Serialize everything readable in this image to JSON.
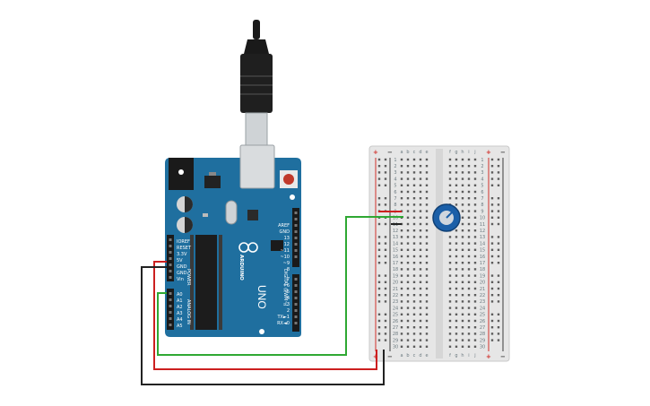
{
  "canvas": {
    "background": "#ffffff"
  },
  "arduino": {
    "board_color": "#1f6f9f",
    "brand": "ARDUINO",
    "model": "UNO",
    "power_header": "POWER",
    "analog_header": "ANALOG IN",
    "digital_header": "DIGITAL (PWM~)",
    "power_pins": [
      "IOREF",
      "RESET",
      "3.3V",
      "5V",
      "GND",
      "GND",
      "Vin"
    ],
    "analog_pins": [
      "A0",
      "A1",
      "A2",
      "A3",
      "A4",
      "A5"
    ],
    "digital_top_pins": [
      "AREF",
      "GND",
      "13",
      "12",
      "~11",
      "~10",
      "~9",
      "8"
    ],
    "digital_bottom_pins": [
      "7",
      "~6",
      "~5",
      "4",
      "~3",
      "2",
      "TX►1",
      "RX◄0"
    ]
  },
  "usb_cable": {
    "color": "#1a1a1a"
  },
  "breadboard": {
    "column_letters_left": [
      "a",
      "b",
      "c",
      "d",
      "e"
    ],
    "column_letters_right": [
      "f",
      "g",
      "h",
      "i",
      "j"
    ],
    "row_count": 30,
    "plus_sign": "+",
    "minus_sign": "−",
    "plus_color": "#d0302b",
    "minus_color": "#3b3b3b"
  },
  "potentiometer": {
    "color": "#1b5fa8"
  },
  "wires": {
    "red_color": "#cc1f1f",
    "black_color": "#222222",
    "green_color": "#2fa833"
  }
}
